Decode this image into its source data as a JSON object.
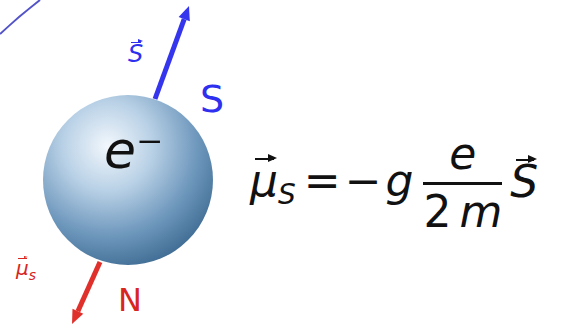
{
  "diagram": {
    "nodes": [
      {
        "text": [
          "e⁻"
        ]
      }
    ],
    "labels": [
      "S",
      "S",
      "μ",
      "s",
      "N",
      "μ",
      "S",
      "=",
      "−",
      "g",
      "e",
      "2",
      "m",
      "S"
    ]
  }
}
